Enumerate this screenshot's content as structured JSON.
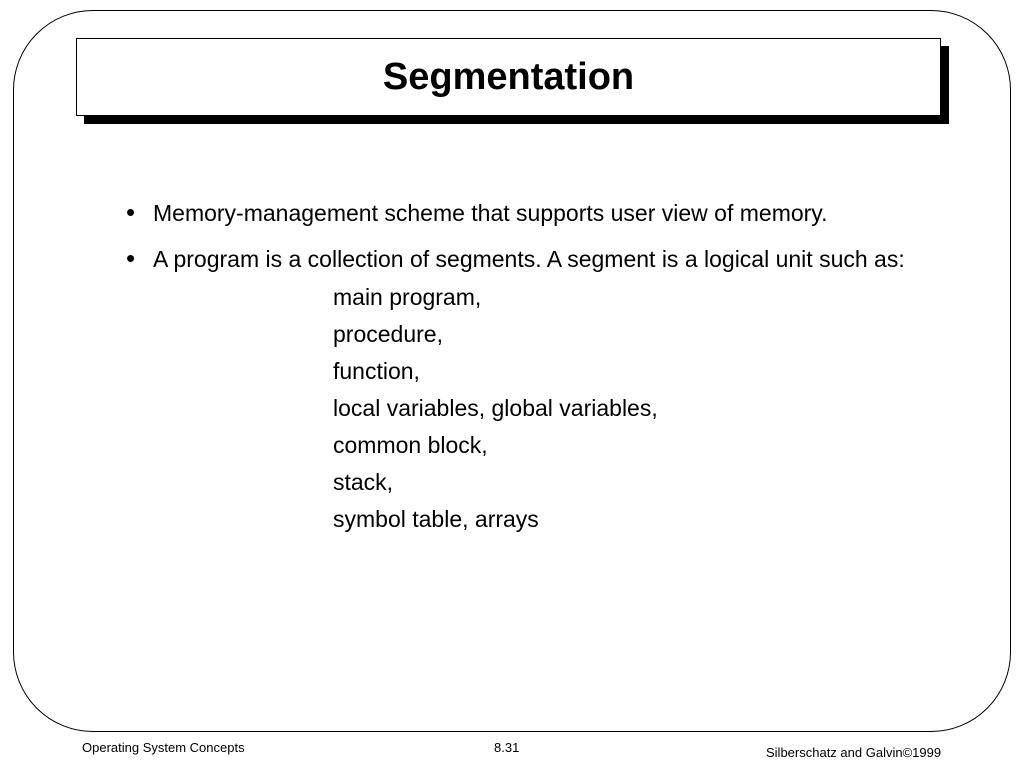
{
  "slide": {
    "title": "Segmentation",
    "bullets": [
      {
        "text": "Memory-management scheme that supports user view of memory."
      },
      {
        "text": "A program is a collection of segments.  A segment is a logical unit such as:",
        "sub_items": [
          "main program,",
          "procedure,",
          "function,",
          "local variables, global variables,",
          "common block,",
          "stack,",
          "symbol table, arrays"
        ]
      }
    ],
    "bullet_symbol": "•"
  },
  "footer": {
    "left": "Operating System Concepts",
    "center": "8.31",
    "right": "Silberschatz and Galvin©1999"
  }
}
